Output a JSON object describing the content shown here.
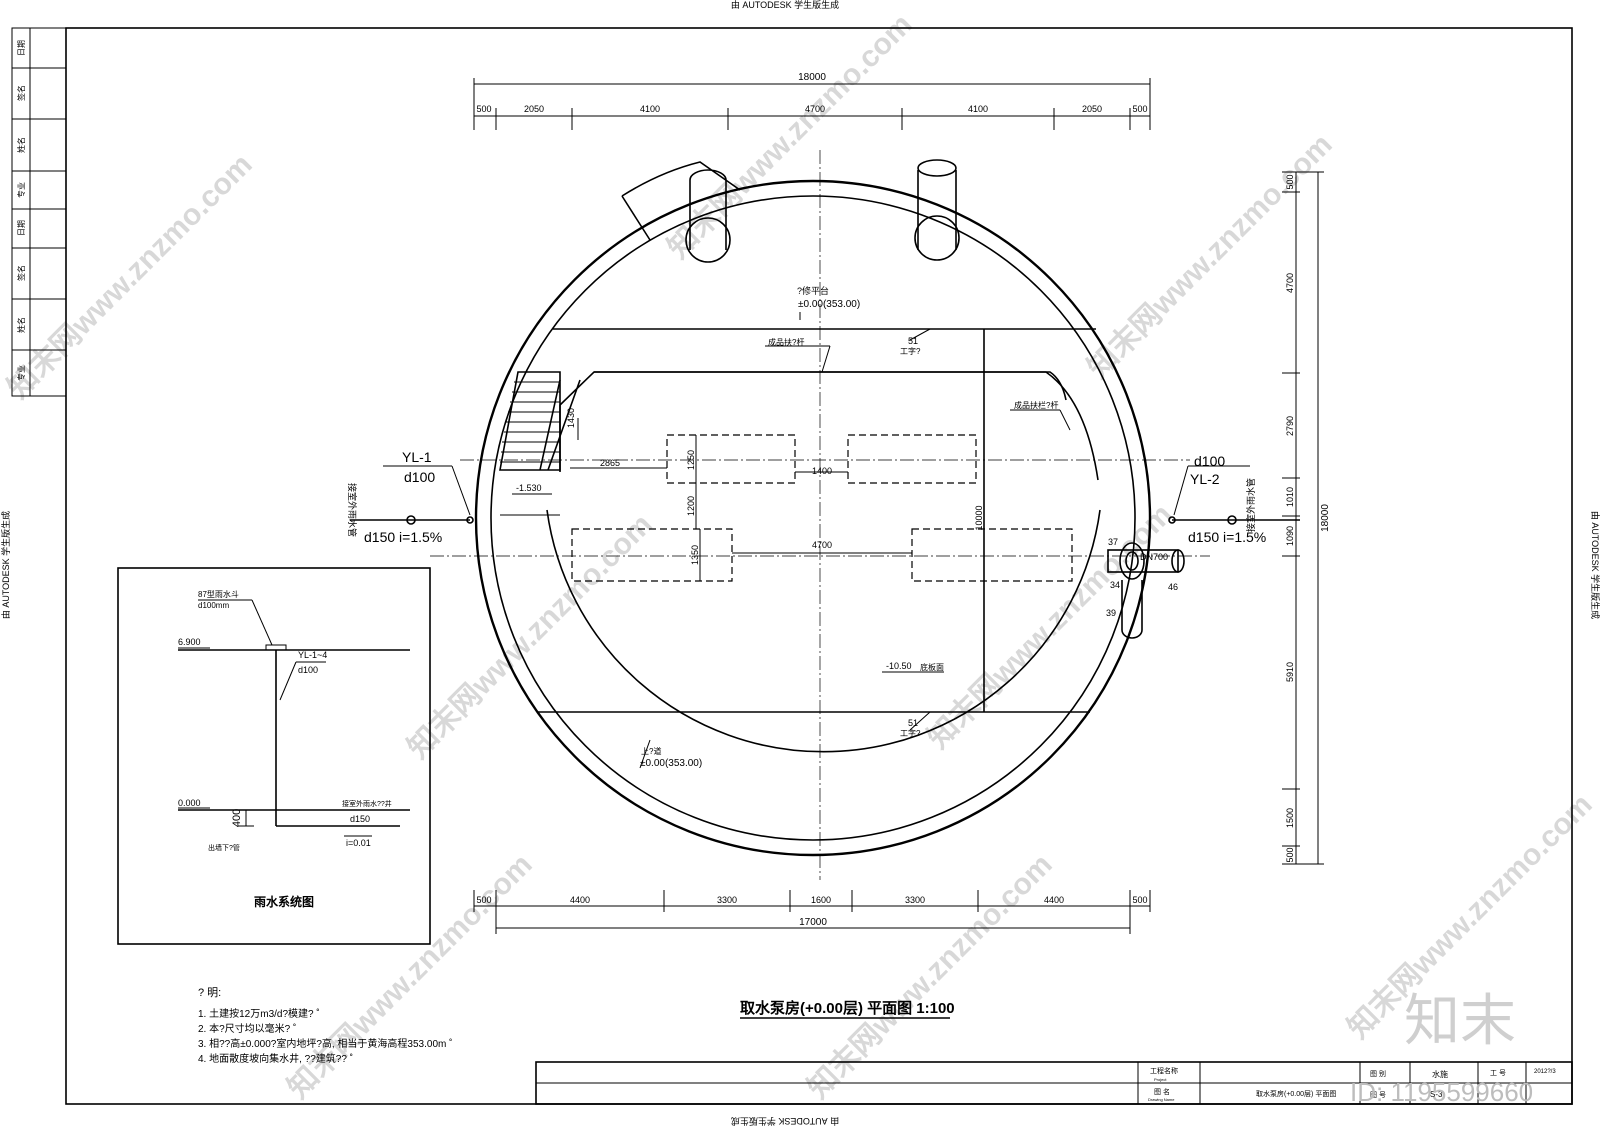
{
  "header": {
    "top_stamp": "由 AUTODESK 学生版生成",
    "bottom_stamp": "由 AUTODESK 学生版生成",
    "left_stamp": "由 AUTODESK 学生版生成",
    "right_stamp": "由 AUTODESK 学生版生成"
  },
  "side_table": [
    "日期",
    "签名",
    "姓名",
    "专业",
    "日期",
    "签名",
    "姓名",
    "专业"
  ],
  "dims_top": {
    "total": "18000",
    "segments": [
      "500",
      "2050",
      "4100",
      "4700",
      "4100",
      "2050",
      "500"
    ]
  },
  "dims_bottom": {
    "total": "17000",
    "segments": [
      "500",
      "4400",
      "3300",
      "1600",
      "3300",
      "4400",
      "500"
    ]
  },
  "dims_right": {
    "total": "18000",
    "segments": [
      "500",
      "4700",
      "2790",
      "1010",
      "1090",
      "5910",
      "1500",
      "500"
    ]
  },
  "plan_labels": {
    "platform_top_name": "?修平台",
    "platform_top_elev": "±0.00(353.00)",
    "rail_top": "成品扶?杆",
    "beam_top_no": "51",
    "beam_top_type": "工字?",
    "rail_right": "成品扶栏?杆",
    "dim_1430": "1430",
    "dim_2865": "2865",
    "dim_1250": "1250",
    "dim_1400": "1400",
    "dim_1200": "1200",
    "dim_1350": "1350",
    "dim_4700": "4700",
    "dim_10000": "10000",
    "elev_stair": "-1.530",
    "elev_floor": "-10.50",
    "floor_note": "底板面",
    "beam_bot_no": "51",
    "beam_bot_type": "工字?",
    "walkway_name": "上?道",
    "walkway_elev": "±0.00(353.00)",
    "pipe_left_tag": "YL-1",
    "pipe_left_size": "d100",
    "pipe_left_main": "d150  i=1.5%",
    "pipe_left_note": "接室外雨水管",
    "pipe_right_tag": "YL-2",
    "pipe_right_size": "d100",
    "pipe_right_main": "d150  i=1.5%",
    "pipe_right_note": "接室外雨水管",
    "valve_dn": "DN700",
    "n37": "37",
    "n34": "34",
    "n39": "39",
    "n46": "46"
  },
  "rain_system": {
    "title": "雨水系统图",
    "drain_label": "87型雨水斗",
    "drain_size": "d100mm",
    "elev_top": "6.900",
    "riser_tag": "YL-1~4",
    "riser_size": "d100",
    "elev_zero": "0.000",
    "depth": "400",
    "outfall": "接室外雨水??井",
    "main_size": "d150",
    "slope": "i=0.01",
    "outlet_note": "出墙下?管"
  },
  "notes": {
    "heading": "? 明:",
    "items": [
      "1. 土建按12万m3/d?模建? ˚",
      "2. 本?尺寸均以毫米? ˚",
      "3. 相??高±0.000?室内地坪?高, 相当于黄海高程353.00m ˚",
      "4. 地面散度坡向集水井, ??建筑?? ˚"
    ]
  },
  "drawing_title": "取水泵房(+0.00层) 平面图  1:100",
  "title_block": {
    "project_label": "工程名称",
    "project_sub": "Project",
    "drawing_label": "图 名",
    "drawing_sub": "Drawing Name",
    "drawing_name": "取水泵房(+0.00层) 平面图",
    "discipline_label": "图 别",
    "discipline": "水施",
    "number_label": "工 号",
    "number": "2012?/3",
    "sheet_label": "图 号",
    "sheet": "S-3"
  },
  "watermark": {
    "site": "知末网www.znzmo.com",
    "logo": "知末",
    "id": "ID: 1195599660"
  }
}
